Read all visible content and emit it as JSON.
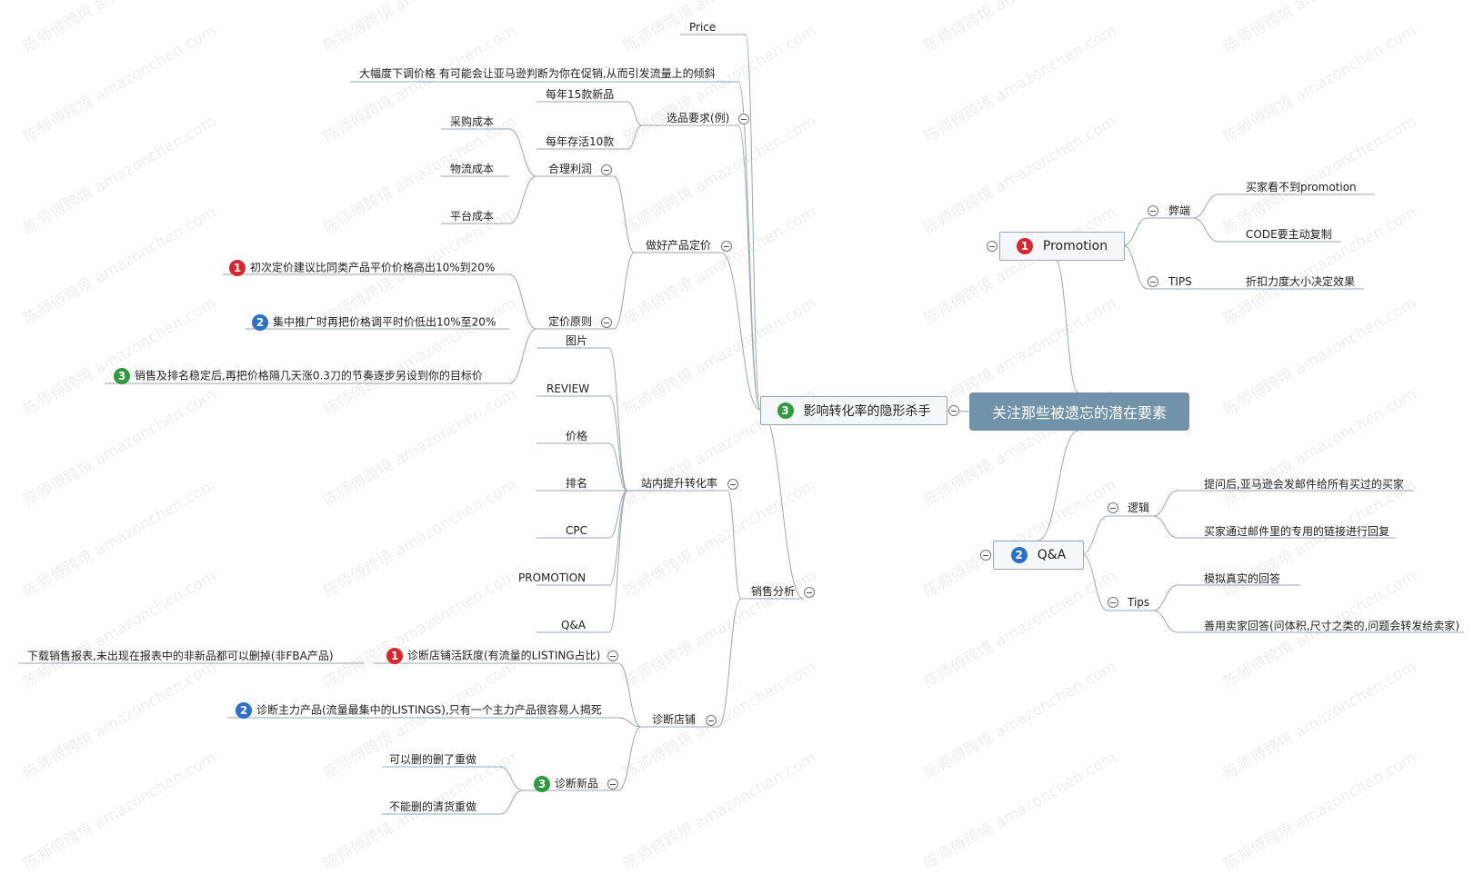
{
  "root": "关注那些被遗忘的潜在要素",
  "main": {
    "label": "影响转化率的隐形杀手",
    "badge": "3",
    "price": "Price",
    "price_note": "大幅度下调价格 有可能会让亚马逊判断为你在促销,从而引发流量上的倾斜",
    "selection": {
      "label": "选品要求(例)",
      "items": [
        "每年15款新品",
        "每年存活10款"
      ]
    },
    "pricing": {
      "label": "做好产品定价",
      "profit": {
        "label": "合理利润",
        "items": [
          "采购成本",
          "物流成本",
          "平台成本"
        ]
      },
      "principles": {
        "label": "定价原则",
        "items": [
          {
            "badge": "1",
            "text": "初次定价建议比同类产品平价价格高出10%到20%"
          },
          {
            "badge": "2",
            "text": "集中推广时再把价格调平时价低出10%至20%"
          },
          {
            "badge": "3",
            "text": "销售及排名稳定后,再把价格隔几天涨0.3刀的节奏逐步另设到你的目标价"
          }
        ]
      }
    },
    "sales": {
      "label": "销售分析",
      "onsite": {
        "label": "站内提升转化率",
        "items": [
          "图片",
          "REVIEW",
          "价格",
          "排名",
          "CPC",
          "PROMOTION",
          "Q&A"
        ]
      },
      "store": {
        "label": "诊断店铺",
        "activity": {
          "badge": "1",
          "label": "诊断店铺活跃度(有流量的LISTING占比)",
          "note": "下载销售报表,未出现在报表中的非新品都可以删掉(非FBA产品)"
        },
        "main_products": {
          "badge": "2",
          "label": "诊断主力产品(流量最集中的LISTINGS),只有一个主力产品很容易人揭死"
        },
        "new_products": {
          "badge": "3",
          "label": "诊断新品",
          "items": [
            "可以删的删了重做",
            "不能删的清货重做"
          ]
        }
      }
    }
  },
  "promotion": {
    "label": "Promotion",
    "badge": "1",
    "cons": {
      "label": "弊端",
      "items": [
        "买家看不到promotion",
        "CODE要主动复制"
      ]
    },
    "tips": {
      "label": "TIPS",
      "items": [
        "折扣力度大小决定效果"
      ]
    }
  },
  "qa": {
    "label": "Q&A",
    "badge": "2",
    "logic": {
      "label": "逻辑",
      "items": [
        "提问后,亚马逊会发邮件给所有买过的买家",
        "买家通过邮件里的专用的链接进行回复"
      ]
    },
    "tips": {
      "label": "Tips",
      "items": [
        "模拟真实的回答",
        "善用卖家回答(问体积,尺寸之类的,问题会转发给卖家)"
      ]
    }
  },
  "watermark": [
    "陈师傅跨境",
    "amazonchen.com"
  ],
  "colors": {
    "root_bg": "#7193a9",
    "line": "#9aa8b6",
    "badge_red": "#d8282e",
    "badge_blue": "#2b70c9",
    "badge_green": "#2e9c3c"
  }
}
